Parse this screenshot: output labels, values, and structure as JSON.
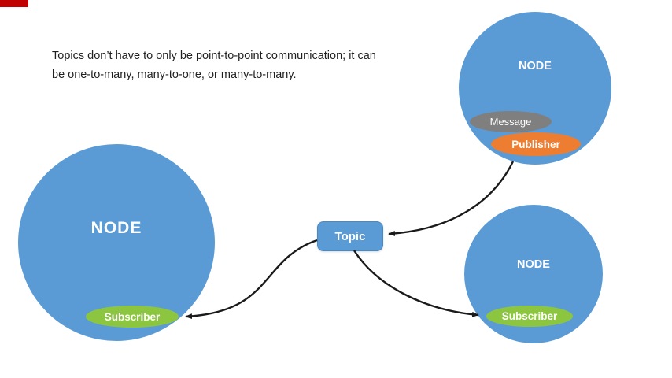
{
  "annotation": {
    "text": "Topics don’t have to only be point-to-point communication; it can be one-to-many, many-to-one, or many-to-many."
  },
  "topic": {
    "label": "Topic"
  },
  "nodes": {
    "left": {
      "label": "NODE",
      "subscriber": "Subscriber"
    },
    "top_right": {
      "label": "NODE",
      "message": "Message",
      "publisher": "Publisher"
    },
    "bottom_right": {
      "label": "NODE",
      "subscriber": "Subscriber"
    }
  },
  "colors": {
    "node_blue": "#5b9bd5",
    "subscriber_green": "#8cc640",
    "publisher_orange": "#ed7d31",
    "message_gray": "#7f7f7f",
    "arrow_black": "#1a1a1a",
    "corner_red": "#c00000"
  }
}
